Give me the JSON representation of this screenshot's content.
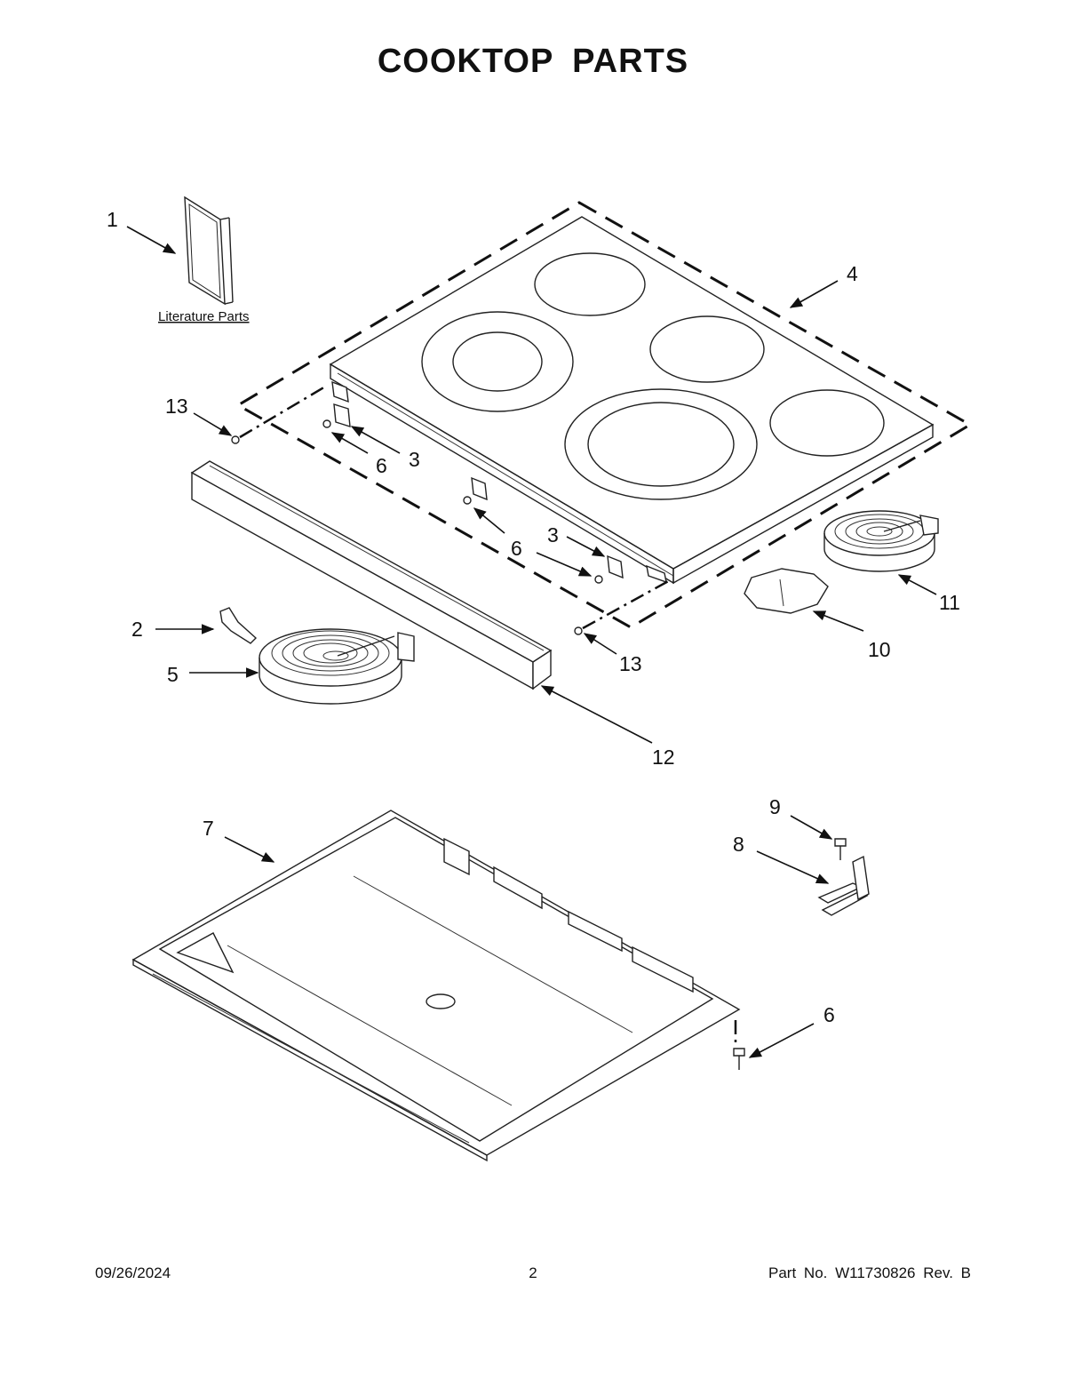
{
  "title": "COOKTOP PARTS",
  "literature_label": "Literature Parts",
  "callouts": {
    "c1": "1",
    "c2": "2",
    "c3a": "3",
    "c3b": "3",
    "c4": "4",
    "c5": "5",
    "c6a": "6",
    "c6b": "6",
    "c6c": "6",
    "c7": "7",
    "c8": "8",
    "c9": "9",
    "c10": "10",
    "c11": "11",
    "c12": "12",
    "c13a": "13",
    "c13b": "13"
  },
  "footer": {
    "date": "09/26/2024",
    "page": "2",
    "part_no": "Part No.  W11730826  Rev.  B"
  }
}
